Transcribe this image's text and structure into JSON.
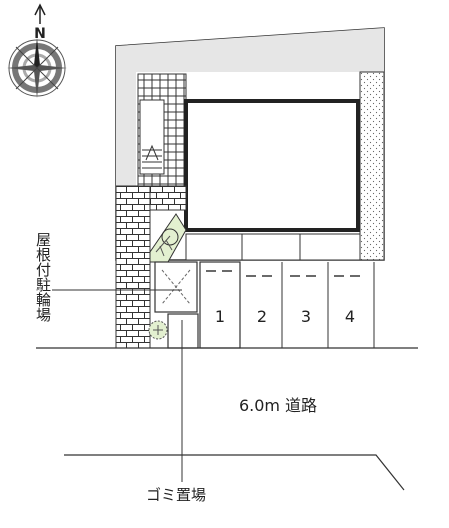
{
  "compass": {
    "north_label": "N"
  },
  "labels": {
    "bike_parking": "屋根付駐輪場",
    "garbage": "ゴミ置場",
    "road": "6.0m 道路"
  },
  "parking_spaces": [
    "1",
    "2",
    "3",
    "4"
  ]
}
